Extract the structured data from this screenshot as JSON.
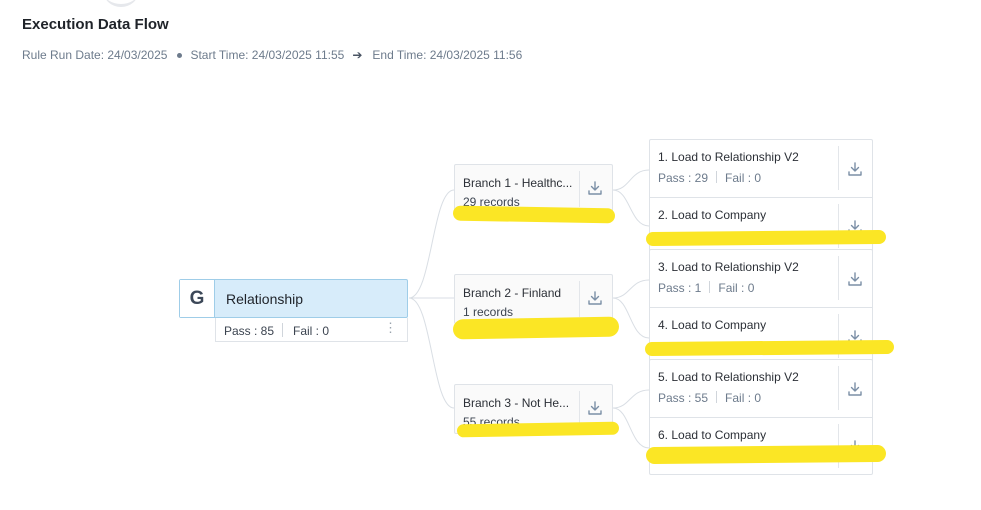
{
  "header": {
    "title": "Execution Data Flow",
    "run_date": "Rule Run Date: 24/03/2025",
    "start_time": "Start Time: 24/03/2025 11:55",
    "end_time": "End Time: 24/03/2025 11:56"
  },
  "source": {
    "icon_letter": "G",
    "label": "Relationship",
    "pass": "Pass : 85",
    "fail": "Fail : 0",
    "menu_icon": "kebab-icon"
  },
  "branches": [
    {
      "name": "Branch 1 - Healthc...",
      "records": "29 records"
    },
    {
      "name": "Branch 2 - Finland",
      "records": "1 records"
    },
    {
      "name": "Branch 3 - Not He...",
      "records": "55 records"
    }
  ],
  "targets": [
    {
      "name": "1. Load to Relationship V2",
      "pass": "Pass : 29",
      "fail": "Fail : 0"
    },
    {
      "name": "2. Load to Company",
      "pass": "",
      "fail": ""
    },
    {
      "name": "3. Load to Relationship V2",
      "pass": "Pass : 1",
      "fail": "Fail : 0"
    },
    {
      "name": "4. Load to Company",
      "pass": "",
      "fail": ""
    },
    {
      "name": "5. Load to Relationship V2",
      "pass": "Pass : 55",
      "fail": "Fail : 0"
    },
    {
      "name": "6. Load to Company",
      "pass": "",
      "fail": ""
    }
  ],
  "icons": {
    "download": "download-icon",
    "arrow": "arrow-right-icon"
  },
  "colors": {
    "source_bg": "#d7ecfa",
    "source_border": "#9fcde8",
    "highlight": "#fbe625",
    "download_icon": "#7b8fa6"
  }
}
